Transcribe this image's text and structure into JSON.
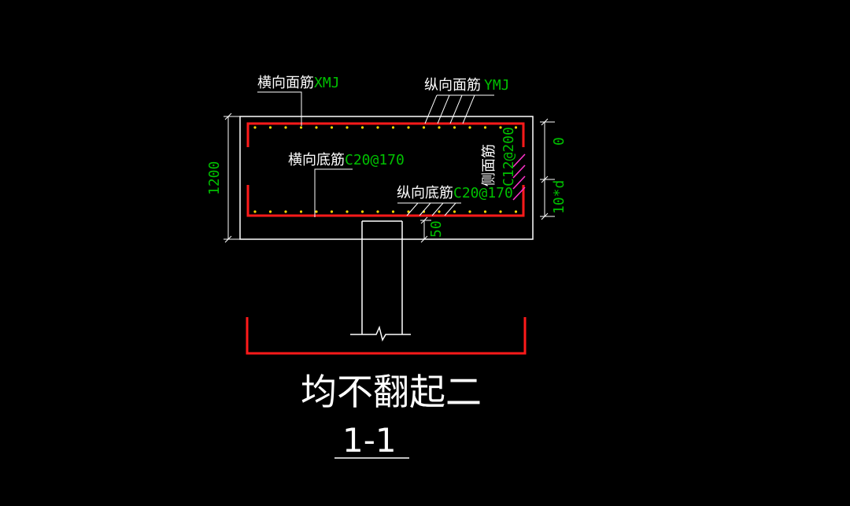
{
  "colors": {
    "background": "#000000",
    "outline": "#ffffff",
    "rebar": "#ff1a1a",
    "dot": "#ffd400",
    "text": "#ffffff",
    "accent": "#00c000",
    "magenta": "#ff33cc"
  },
  "labels": {
    "top_transverse_name": "横向面筋",
    "top_transverse_code": "XMJ",
    "top_longitudinal_name": "纵向面筋",
    "top_longitudinal_code": "YMJ",
    "bottom_transverse_name": "横向底筋",
    "bottom_transverse_spec": "C20@170",
    "bottom_longitudinal_name": "纵向底筋",
    "bottom_longitudinal_spec": "C20@170",
    "side_bar_name": "侧面筋",
    "side_bar_spec": "C12@200",
    "height_dim": "1200",
    "top_dim": "0",
    "side_dim": "10*d",
    "cover_dim": "50",
    "title": "均不翻起二",
    "section": "1-1"
  }
}
